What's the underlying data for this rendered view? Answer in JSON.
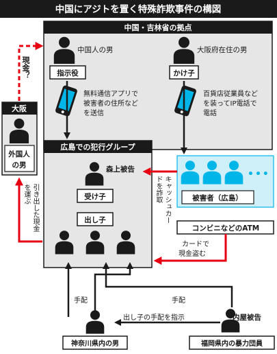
{
  "title": "中国にアジトを置く特殊詐欺事件の構図",
  "china_box": {
    "header": "中国・吉林省の拠点",
    "person1_label": "中国人の男",
    "person1_role": "指示役",
    "person2_label": "大阪府在住の男",
    "person2_role": "かけ子",
    "phone1_text": [
      "無料通信アプリで",
      "被害者の住所など",
      "を送信"
    ],
    "phone2_text": [
      "百貨店従業員など",
      "を装ってIP電話で",
      "電話"
    ]
  },
  "osaka_box": {
    "header": "大阪",
    "person_label": [
      "外国人",
      "の男"
    ]
  },
  "cash_label": "現金？",
  "hiroshima_box": {
    "header": "広島での犯行グループ",
    "defendant_label": "森上被告",
    "ukeko_label": "受け子",
    "dashiko_label": "出し子"
  },
  "victims_box": {
    "label": "被害者（広島）",
    "ellipsis": "•••"
  },
  "card_scam_label": "キャッシュカードを詐取",
  "withdraw_label": "引き出した現金を運ぶ",
  "atm_box": {
    "label": "コンビニなどのATM"
  },
  "card_steal_label": [
    "カードで",
    "現金盗む"
  ],
  "tehai_left": "手配",
  "tehai_right": "手配",
  "dashiko_instruct_label": "出し子の手配を指示",
  "kanagawa_label": "神奈川県内の男",
  "fukuoka_person_label": "内屋被告",
  "fukuoka_label": "福岡県内の暴力団員",
  "colors": {
    "dark": "#1a1a1a",
    "box_gray": "#e6e6e6",
    "accent_red": "#e60012",
    "victim_cyan": "#00b6e9",
    "victim_bg": "#cfeff9"
  }
}
